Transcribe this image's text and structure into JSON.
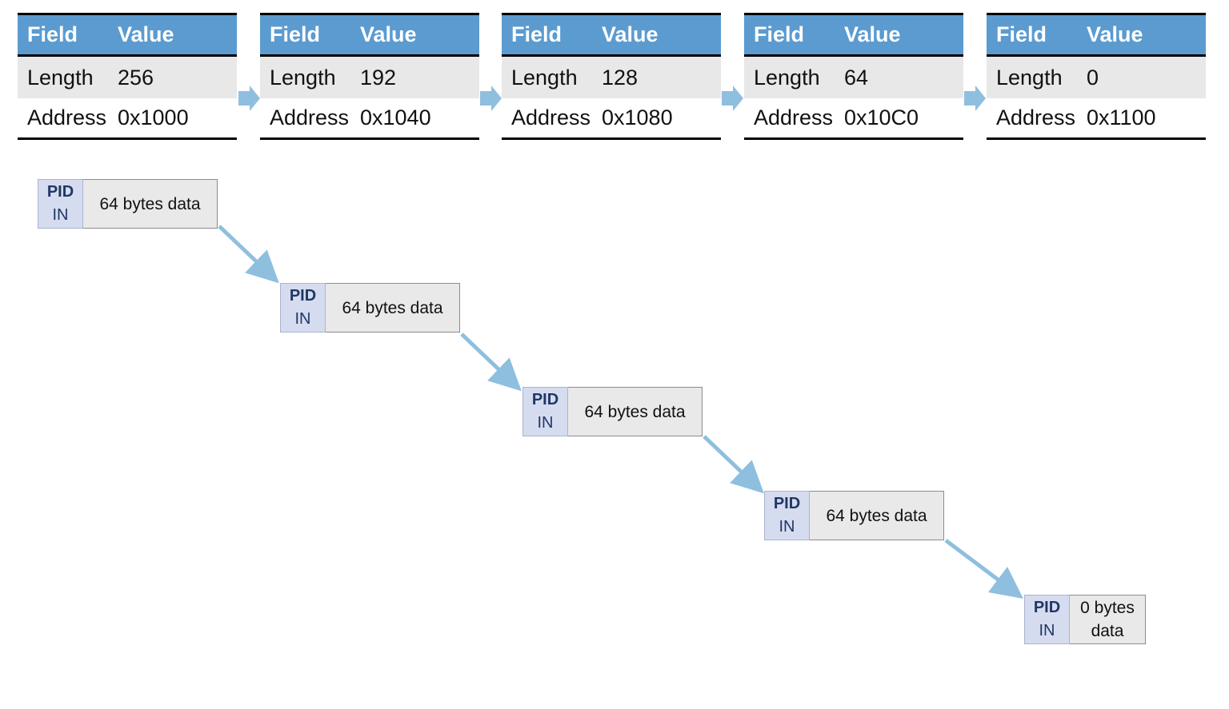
{
  "descriptors": [
    {
      "header": {
        "field": "Field",
        "value": "Value"
      },
      "rows": [
        {
          "field": "Length",
          "value": "256"
        },
        {
          "field": "Address",
          "value": "0x1000"
        }
      ]
    },
    {
      "header": {
        "field": "Field",
        "value": "Value"
      },
      "rows": [
        {
          "field": "Length",
          "value": "192"
        },
        {
          "field": "Address",
          "value": "0x1040"
        }
      ]
    },
    {
      "header": {
        "field": "Field",
        "value": "Value"
      },
      "rows": [
        {
          "field": "Length",
          "value": "128"
        },
        {
          "field": "Address",
          "value": "0x1080"
        }
      ]
    },
    {
      "header": {
        "field": "Field",
        "value": "Value"
      },
      "rows": [
        {
          "field": "Length",
          "value": "64"
        },
        {
          "field": "Address",
          "value": "0x10C0"
        }
      ]
    },
    {
      "header": {
        "field": "Field",
        "value": "Value"
      },
      "rows": [
        {
          "field": "Length",
          "value": "0"
        },
        {
          "field": "Address",
          "value": "0x1100"
        }
      ]
    }
  ],
  "packets": [
    {
      "pid_label": "PID",
      "pid_type": "IN",
      "data": "64 bytes data"
    },
    {
      "pid_label": "PID",
      "pid_type": "IN",
      "data": "64 bytes data"
    },
    {
      "pid_label": "PID",
      "pid_type": "IN",
      "data": "64 bytes data"
    },
    {
      "pid_label": "PID",
      "pid_type": "IN",
      "data": "64 bytes data"
    },
    {
      "pid_label": "PID",
      "pid_type": "IN",
      "data_line1": "0 bytes",
      "data_line2": "data"
    }
  ],
  "colors": {
    "table_header": "#5b9bd0",
    "table_row_alt": "#e8e8e8",
    "arrow": "#8fbfdf",
    "pid_fill": "#d6dcef",
    "pid_text": "#1f3766",
    "data_fill": "#e9e9e9"
  }
}
